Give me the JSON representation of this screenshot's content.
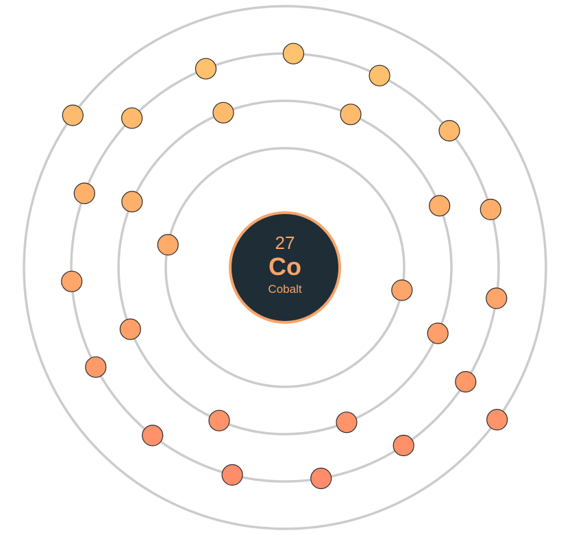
{
  "element": {
    "atomic_number": "27",
    "symbol": "Co",
    "name": "Cobalt"
  },
  "shells": [
    {
      "electrons": 2
    },
    {
      "electrons": 8
    },
    {
      "electrons": 15
    },
    {
      "electrons": 2
    }
  ],
  "colors": {
    "nucleus_fill": "#1f2d36",
    "nucleus_ring": "#f7a46b",
    "shell_stroke": "#cccccc",
    "electron_gradient": [
      "#ffc46e",
      "#ffa86a",
      "#ff8a6a"
    ]
  }
}
